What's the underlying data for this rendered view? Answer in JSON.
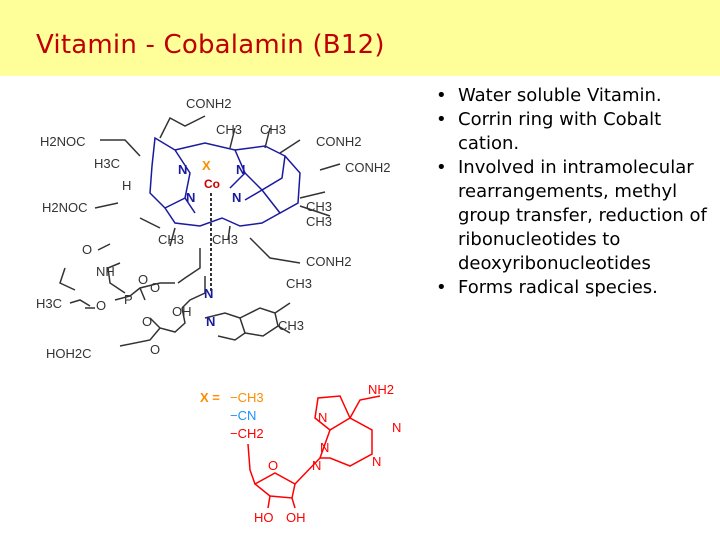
{
  "slide": {
    "title": "Vitamin - Cobalamin (B12)",
    "title_color": "#c00000",
    "title_bar_color": "#ffff99"
  },
  "bullets": [
    "Water soluble Vitamin.",
    "Corrin ring with Cobalt cation.",
    "Involved in intramolecular rearrangements, methyl group transfer, reduction of ribonucleotides to deoxyribonucleotides",
    "Forms radical species."
  ],
  "structure": {
    "labels": {
      "conh2_top": "CONH2",
      "ch3_a": "CH3",
      "ch3_b": "CH3",
      "h2noc_left": "H2NOC",
      "conh2_right1": "CONH2",
      "h3c": "H3C",
      "x": "X",
      "n1": "N",
      "n2": "N",
      "co": "Co",
      "conh2_right2": "CONH2",
      "h": "H",
      "n3": "N",
      "n4": "N",
      "ch3_r1": "CH3",
      "h2noc_left2": "H2NOC",
      "ch3_r2": "CH3",
      "ch3_c": "CH3",
      "ch3_d": "CH3",
      "conh2_bottom": "CONH2",
      "o_amide": "O",
      "nh": "NH",
      "o_p_top": "O",
      "o_minus": "O",
      "p": "P",
      "h3c_bottom": "H3C",
      "o_a": "O",
      "o_b": "O",
      "n_bz1": "N",
      "ch3_bz1": "CH3",
      "oh": "OH",
      "n_bz2": "N",
      "ch3_bz2": "CH3",
      "o_ribose": "O",
      "hoh2c": "HOH2C"
    },
    "x_legend": {
      "x_equals": "X =",
      "ch3": "−CH3",
      "cn": "−CN",
      "ch2": "−CH2"
    },
    "adenosine": {
      "nh2": "NH2",
      "n1": "N",
      "n2": "N",
      "n3": "N",
      "n4": "N",
      "n5": "N",
      "o": "O",
      "ho1": "HO",
      "oh2": "OH"
    },
    "colors": {
      "ring": "#1a1aa0",
      "bond": "#333333",
      "cobalt": "#cc0000",
      "x_label": "#ff8c00",
      "methyl": "#ff8c00",
      "cyano": "#1e90ff",
      "ribose": "#ff0000",
      "adenine_n": "#ff0000"
    }
  }
}
